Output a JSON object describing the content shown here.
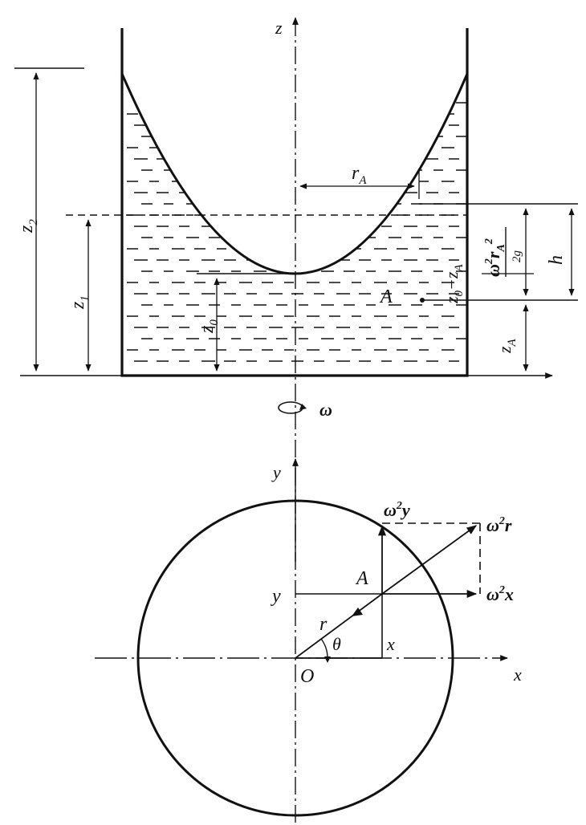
{
  "upper": {
    "z": "z",
    "z2": "z",
    "z2_sub": "2",
    "z1": "z",
    "z1_sub": "1",
    "z0": "z",
    "z0_sub": "0",
    "rA": "r",
    "rA_sub": "A",
    "A": "A",
    "h": "h",
    "zA": "z",
    "zA_sub": "A",
    "z0_minus_zA": "z",
    "z0_minus_zA_sub1": "0",
    "z0_minus_zA_mid": "−z",
    "z0_minus_zA_sub2": "A",
    "frac_num": "ω",
    "frac_num_sup": "2",
    "frac_num_r": "r",
    "frac_num_r_sub": "A",
    "frac_num_r_sup": "2",
    "frac_den": "2g",
    "omega": "ω"
  },
  "lower": {
    "y_axis": "y",
    "x_axis": "x",
    "O": "O",
    "A": "A",
    "y_proj": "y",
    "x_proj": "x",
    "r": "r",
    "theta": "θ",
    "w2y": "ω",
    "w2y_sup": "2",
    "w2y_var": "y",
    "w2r": "ω",
    "w2r_sup": "2",
    "w2r_var": "r",
    "w2x": "ω",
    "w2x_sup": "2",
    "w2x_var": "x"
  }
}
